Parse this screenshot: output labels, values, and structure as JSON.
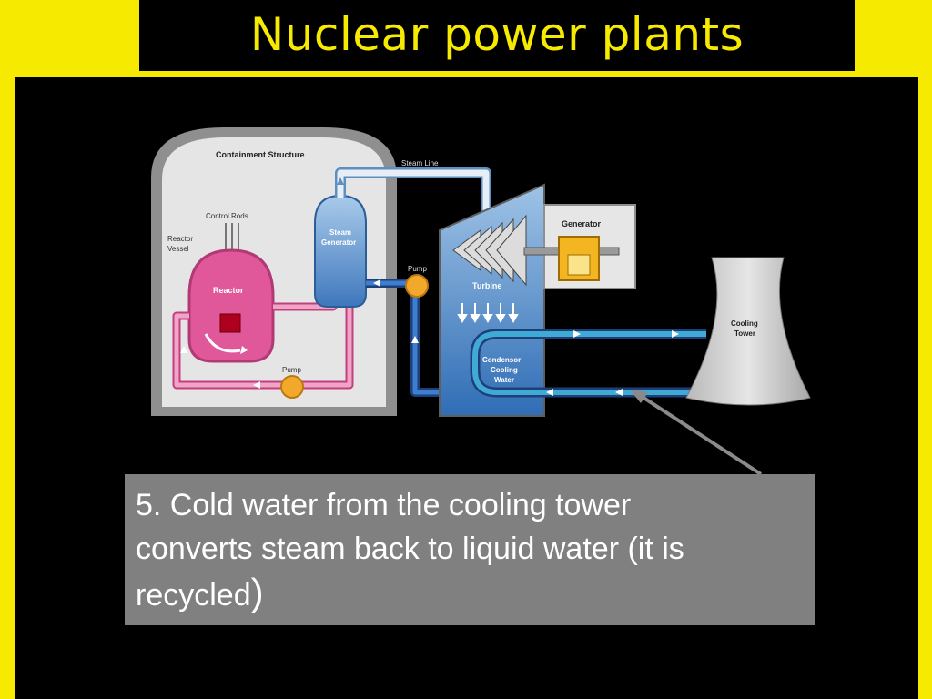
{
  "slide": {
    "title": "Nuclear power plants",
    "colors": {
      "background": "#f5ea00",
      "panel": "#000000",
      "title_text": "#f5ea00",
      "caption_box": "#808080"
    }
  },
  "diagram": {
    "labels": {
      "containment": "Containment Structure",
      "steam_line": "Steam Line",
      "control_rods": "Control Rods",
      "reactor_vessel_1": "Reactor",
      "reactor_vessel_2": "Vessel",
      "reactor": "Reactor",
      "steam_generator_1": "Steam",
      "steam_generator_2": "Generator",
      "pump_top": "Pump",
      "pump_bottom": "Pump",
      "turbine": "Turbine",
      "generator": "Generator",
      "condenser_1": "Condensor",
      "condenser_2": "Cooling",
      "condenser_3": "Water",
      "cooling_tower_1": "Cooling",
      "cooling_tower_2": "Tower"
    }
  },
  "caption": {
    "line1": "5. Cold water from the cooling tower",
    "line2": "converts steam back to liquid water (it is",
    "line3": "recycled",
    "line3_paren": ")"
  }
}
